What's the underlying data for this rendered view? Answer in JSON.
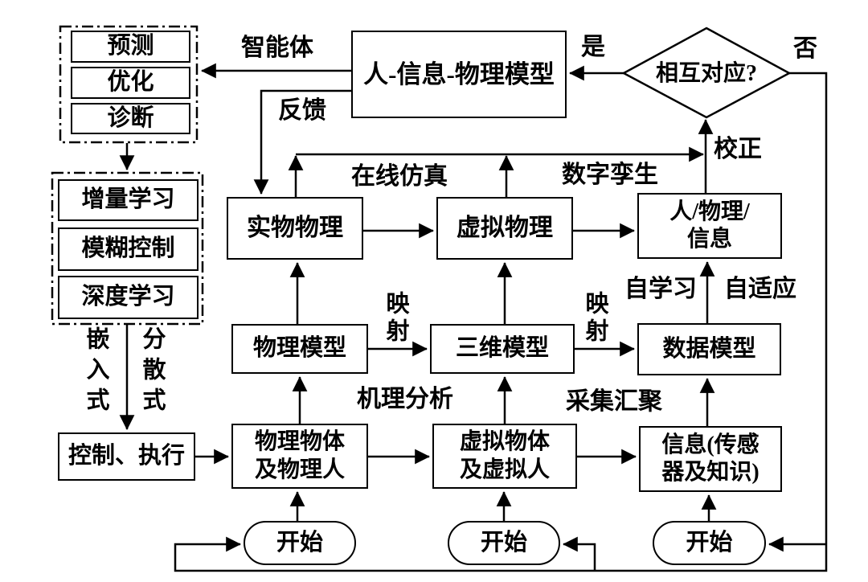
{
  "diagram": {
    "colors": {
      "background": "#ffffff",
      "stroke": "#000000",
      "text": "#000000"
    },
    "prediction_group": {
      "items": [
        "预测",
        "优化",
        "诊断"
      ]
    },
    "learning_group": {
      "items": [
        "增量学习",
        "模糊控制",
        "深度学习"
      ]
    },
    "control_box": "控制、执行",
    "model_box": "人-信息-物理模型",
    "decision": "相互对应?",
    "physical_entity_box": "实物物理",
    "virtual_physics_box": "虚拟物理",
    "human_physics_info_box": {
      "line1": "人/物理/",
      "line2": "信息"
    },
    "physical_model_box": "物理模型",
    "three_d_model_box": "三维模型",
    "data_model_box": "数据模型",
    "physical_objects_box": {
      "line1": "物理物体",
      "line2": "及物理人"
    },
    "virtual_objects_box": {
      "line1": "虚拟物体",
      "line2": "及虚拟人"
    },
    "information_box": {
      "line1": "信息(传感",
      "line2": "器及知识)"
    },
    "start_label": "开始",
    "edge_labels": {
      "agent": "智能体",
      "feedback": "反馈",
      "yes": "是",
      "no": "否",
      "online_simulation": "在线仿真",
      "digital_twin": "数字孪生",
      "correction": "校正",
      "mapping": "映射",
      "self_learning": "自学习",
      "self_adaptation": "自适应",
      "mechanism_analysis": "机理分析",
      "collect_aggregate": "采集汇聚",
      "embedded": "嵌入式",
      "distributed": "分散式"
    }
  }
}
